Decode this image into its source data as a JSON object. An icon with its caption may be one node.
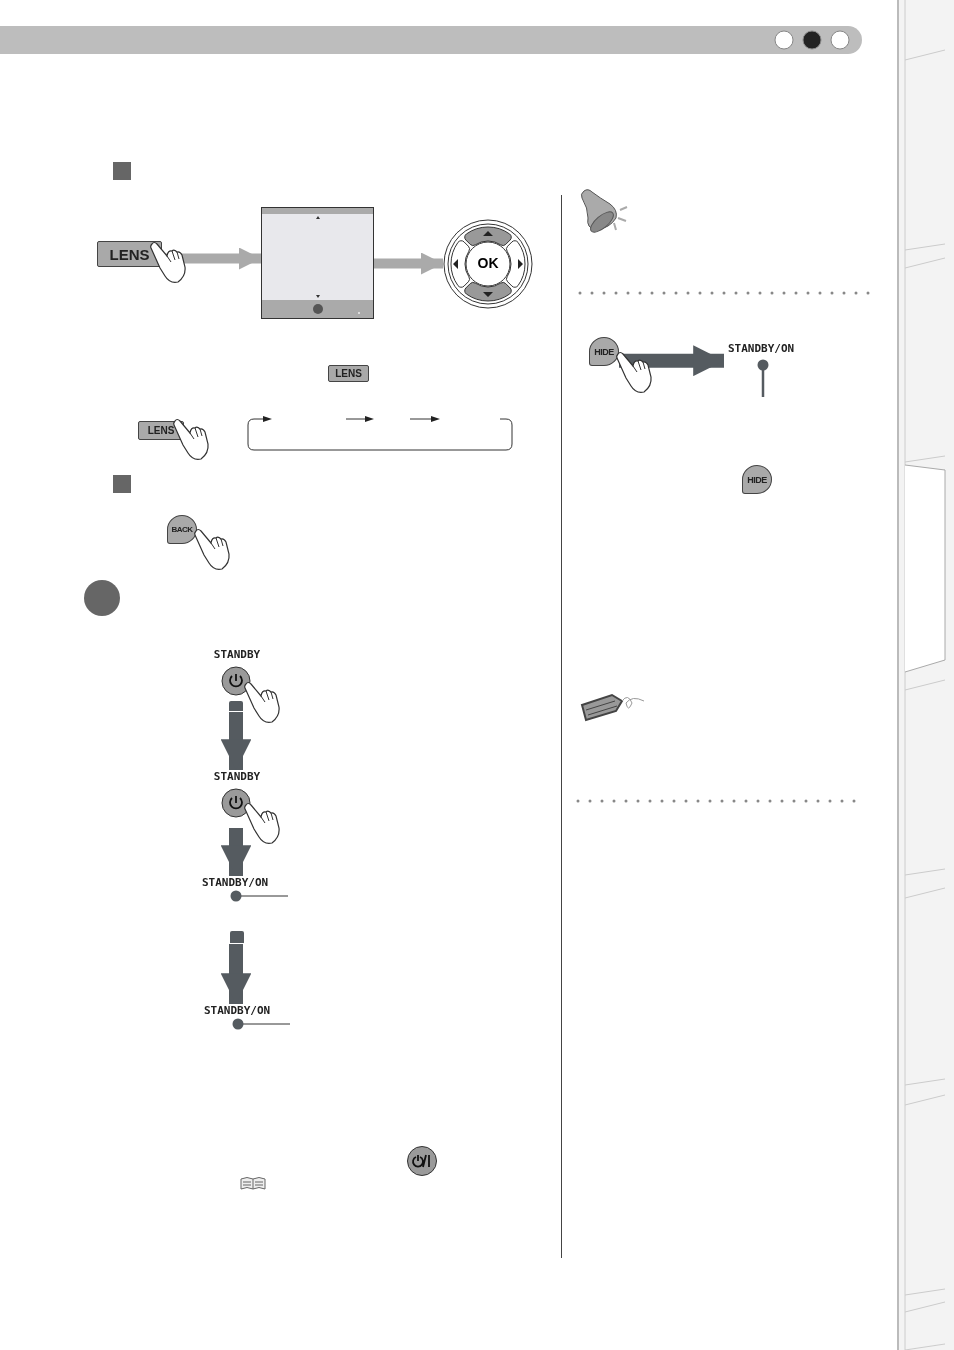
{
  "diagram": {
    "nodes": [
      {
        "text": [
          "LENS"
        ]
      },
      {
        "text": [],
        "shape": "box"
      },
      {
        "text": [
          "OK"
        ]
      },
      {
        "text": [
          "LENS"
        ]
      },
      {
        "text": [
          "LENS"
        ]
      },
      {
        "text": [
          "BACK"
        ]
      },
      {
        "text": [
          "STANDBY"
        ]
      },
      {
        "text": [
          "STANDBY"
        ]
      },
      {
        "text": [
          "STANDBY/ON"
        ]
      },
      {
        "text": [
          "STANDBY/ON"
        ]
      },
      {
        "text": [
          "HIDE"
        ]
      },
      {
        "text": [
          "STANDBY/ON"
        ]
      },
      {
        "text": [
          "HIDE"
        ]
      }
    ],
    "edges": [
      {
        "from": 0,
        "to": 1,
        "arrow": "to",
        "color": "#aaaaaa"
      },
      {
        "from": 1,
        "to": 2,
        "arrow": "to",
        "color": "#aaaaaa"
      },
      {
        "from": 6,
        "to": 7,
        "arrow": "to"
      },
      {
        "from": 7,
        "to": 8,
        "arrow": "to"
      },
      {
        "from": 8,
        "to": 9,
        "arrow": "to"
      },
      {
        "from": 10,
        "to": 11,
        "arrow": "to"
      }
    ]
  }
}
